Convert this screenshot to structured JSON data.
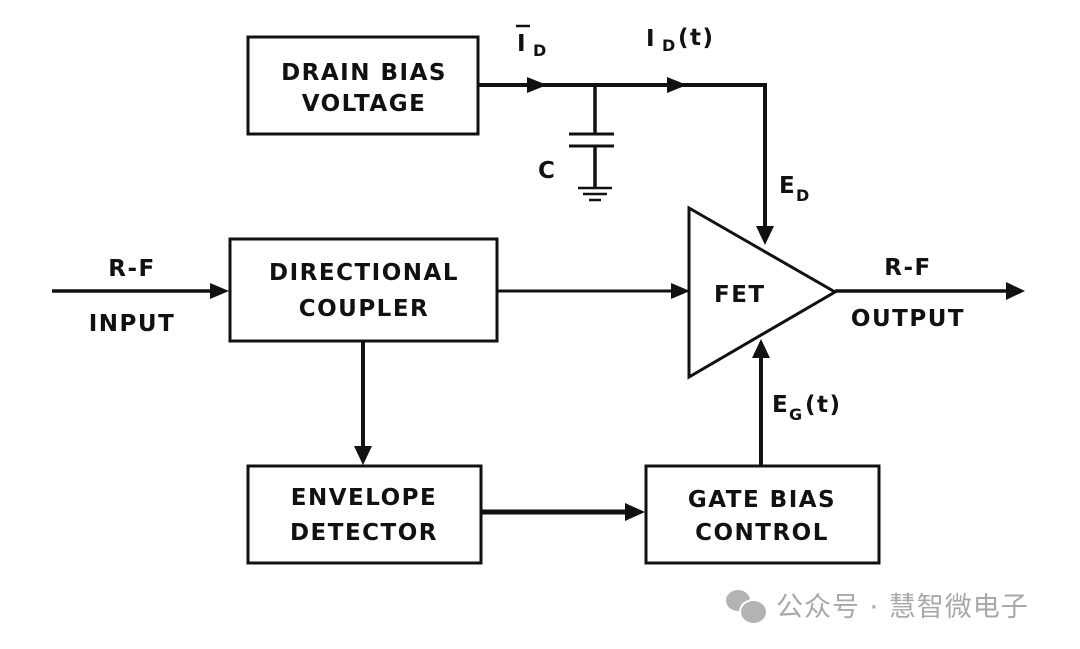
{
  "diagram": {
    "blocks": {
      "drain_bias": [
        "DRAIN BIAS",
        "VOLTAGE"
      ],
      "directional_coupler": [
        "DIRECTIONAL",
        "COUPLER"
      ],
      "envelope_detector": [
        "ENVELOPE",
        "DETECTOR"
      ],
      "gate_bias_control": [
        "GATE BIAS",
        "CONTROL"
      ],
      "fet": "FET"
    },
    "labels": {
      "rf_in_top": "R-F",
      "rf_in_bottom": "INPUT",
      "rf_out_top": "R-F",
      "rf_out_bottom": "OUTPUT",
      "id_bar_main": "I",
      "id_bar_sub": "D",
      "id_t_main": "I",
      "id_t_sub": "D",
      "id_t_suffix": "(t)",
      "capacitor": "C",
      "ed_main": "E",
      "ed_sub": "D",
      "eg_main": "E",
      "eg_sub": "G",
      "eg_suffix": "(t)"
    },
    "colors": {
      "line": "#111111",
      "watermark": "#a8a8a8"
    }
  },
  "watermark": {
    "icon": "wechat-icon",
    "text": "公众号 · 慧智微电子"
  }
}
